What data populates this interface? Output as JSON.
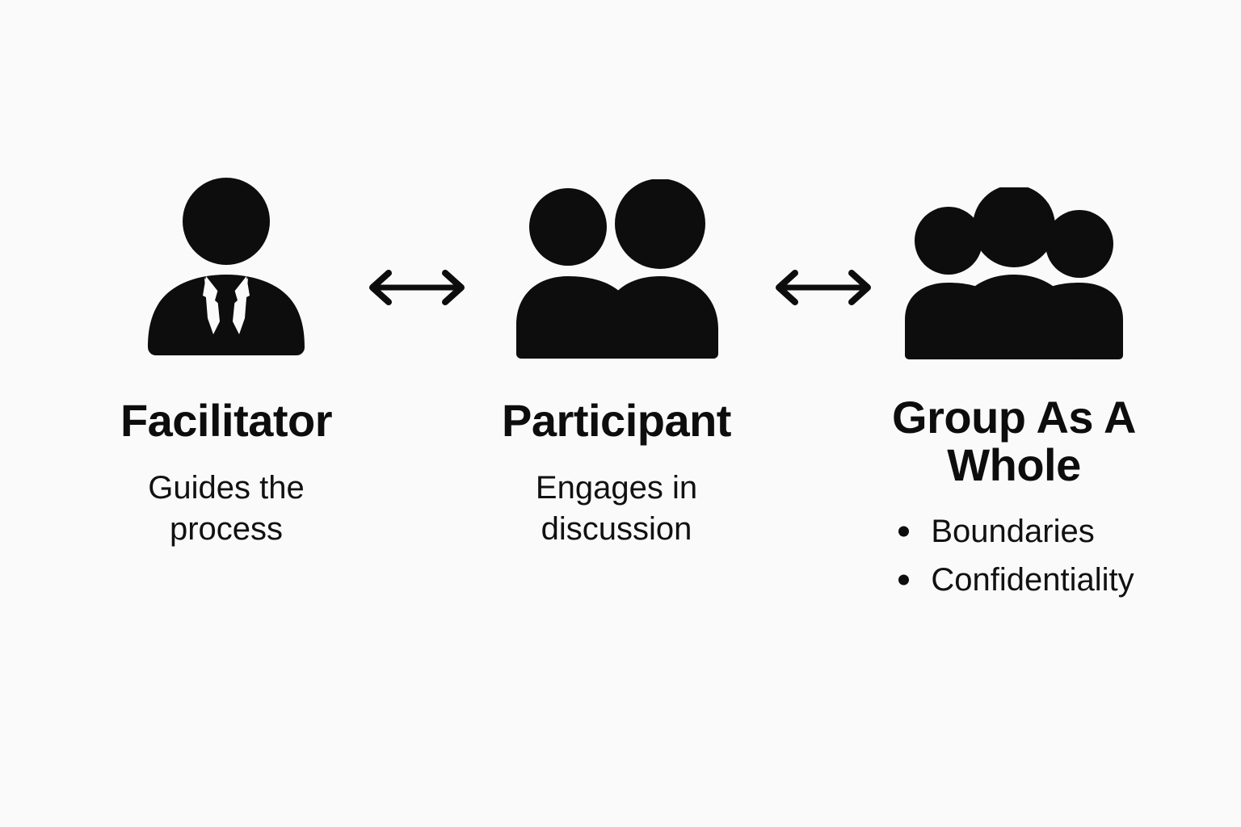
{
  "diagram": {
    "background_color": "#fafafa",
    "foreground_color": "#0d0d0d",
    "columns": [
      {
        "id": "facilitator",
        "icon": "businessperson-suit-tie-icon",
        "heading": "Facilitator",
        "subtitle": "Guides the process",
        "bullets": []
      },
      {
        "id": "participant",
        "icon": "two-people-icon",
        "heading": "Participant",
        "subtitle": "Engages in discussion",
        "bullets": []
      },
      {
        "id": "group-as-a-whole",
        "icon": "three-people-group-icon",
        "heading": "Group As A Whole",
        "subtitle": "",
        "bullets": [
          "Boundaries",
          "Confidentiality"
        ]
      }
    ],
    "connectors": [
      {
        "id": "connector-1",
        "icon": "double-headed-arrow-icon",
        "from": "facilitator",
        "to": "participant"
      },
      {
        "id": "connector-2",
        "icon": "double-headed-arrow-icon",
        "from": "participant",
        "to": "group-as-a-whole"
      }
    ]
  }
}
